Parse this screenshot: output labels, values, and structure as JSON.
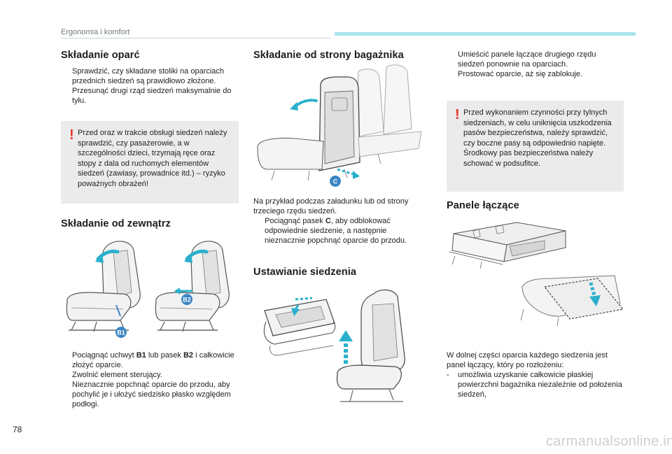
{
  "header": {
    "section_title": "Ergonomia i komfort"
  },
  "page_number": "78",
  "footer": "carmanualsonline.info",
  "col1": {
    "title_folding": "Składanie oparć",
    "folding_items": [
      {
        "marker": "",
        "text": "Sprawdzić, czy składane stoliki na oparciach przednich siedzeń są prawidłowo złożone."
      },
      {
        "marker": "",
        "text": "Przesunąć drugi rząd siedzeń maksymalnie do tyłu."
      }
    ],
    "warning": {
      "mark": "!",
      "text": "Przed oraz w trakcie obsługi siedzeń należy sprawdzić, czy pasażerowie, a w szczególności dzieci, trzymają ręce oraz stopy z dala od ruchomych elementów siedzeń (zawiasy, prowadnice itd.) – ryzyko poważnych obrażeń!"
    },
    "title_outside": "Składanie od zewnątrz",
    "badge_b1": "B1",
    "badge_b2": "B2",
    "outside_items": [
      {
        "marker": "",
        "pre": "Pociągnąć uchwyt ",
        "b1": "B1",
        "mid": " lub pasek ",
        "b2": "B2",
        "post": " i całkowicie złożyć oparcie."
      },
      {
        "marker": "",
        "text": "Zwolnić element sterujący."
      },
      {
        "marker": "",
        "text": "Nieznacznie popchnąć oparcie do przodu, aby pochylić je i ułożyć siedzisko płasko względem podłogi."
      }
    ]
  },
  "col2": {
    "title_trunk": "Składanie od strony bagażnika",
    "badge_c": "C",
    "trunk_intro": "Na przykład podczas załadunku lub od strony trzeciego rzędu siedzeń.",
    "trunk_items": [
      {
        "marker": "",
        "pre": "Pociągnąć pasek ",
        "bold": "C",
        "post": ", aby odblokować odpowiednie siedzenie, a następnie nieznacznie popchnąć oparcie do przodu."
      }
    ],
    "title_position": "Ustawianie siedzenia"
  },
  "col3": {
    "top_items": [
      {
        "marker": "",
        "text": "Umieścić panele łączące drugiego rzędu siedzeń ponownie na oparciach."
      },
      {
        "marker": "",
        "text": "Prostować oparcie, aż się zablokuje."
      }
    ],
    "warning": {
      "mark": "!",
      "text": "Przed wykonaniem czynności przy tylnych siedzeniach, w celu uniknięcia uszkodzenia pasów bezpieczeństwa, należy sprawdzić, czy boczne pasy są odpowiednio napięte. Środkowy pas bezpieczeństwa należy schować w podsufitce."
    },
    "title_panels": "Panele łączące",
    "panels_intro": "W dolnej części oparcia każdego siedzenia jest panel łączący, który po rozłożeniu:",
    "panels_items": [
      {
        "marker": "-",
        "text": "umożliwia uzyskanie całkowicie płaskiej powierzchni bagażnika niezależnie od położenia siedzeń,"
      }
    ]
  },
  "colors": {
    "accent": "#2ab0cc",
    "warning": "#e4322b",
    "box": "#ebebeb",
    "badge": "#3b86c4"
  }
}
